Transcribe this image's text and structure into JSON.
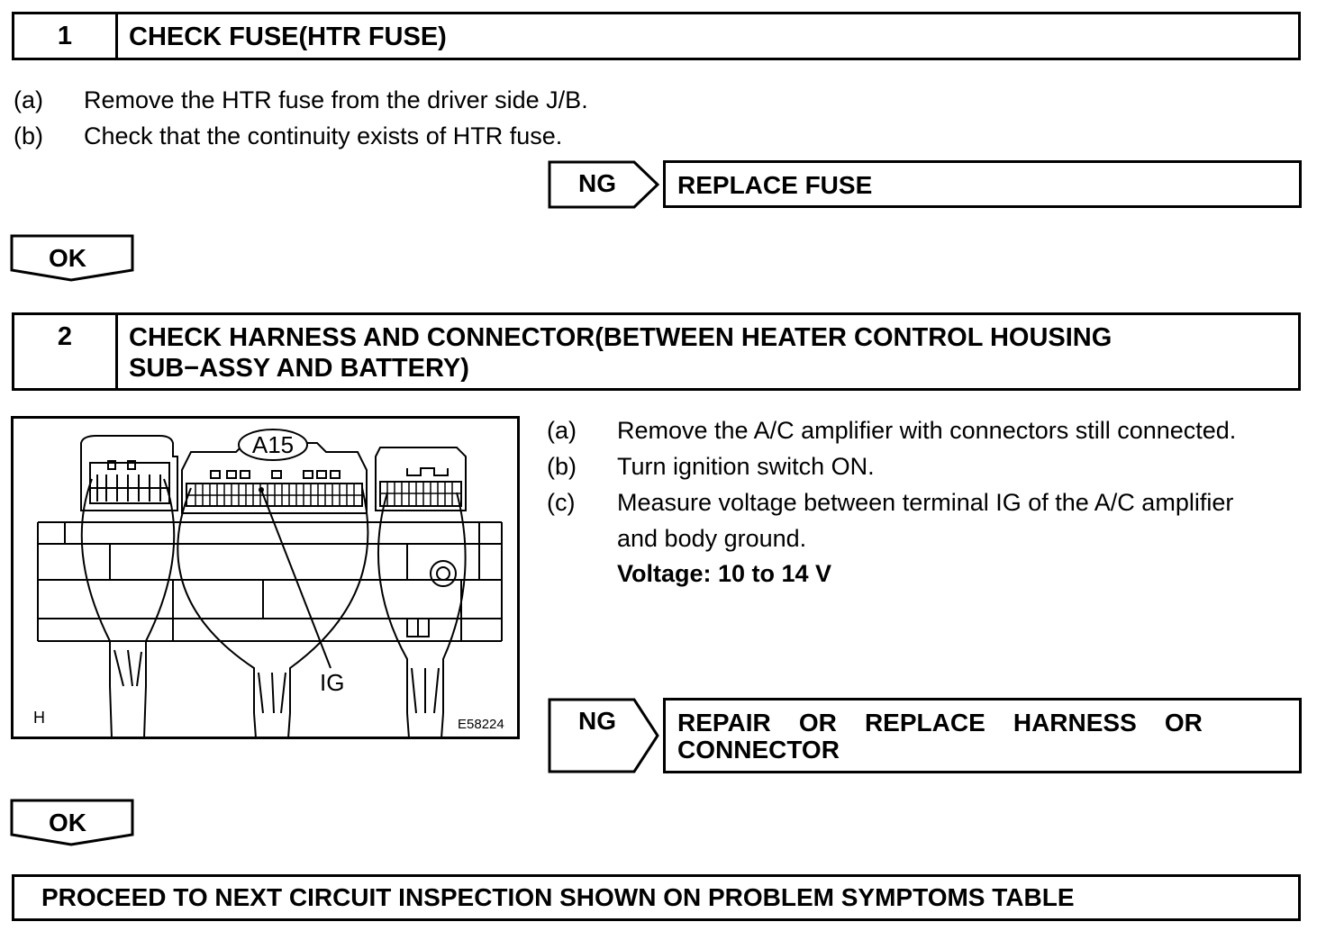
{
  "step1": {
    "number": "1",
    "title": "CHECK FUSE(HTR FUSE)",
    "items": [
      {
        "label": "(a)",
        "text": "Remove the HTR fuse from the driver side J/B."
      },
      {
        "label": "(b)",
        "text": "Check that the continuity exists of HTR fuse."
      }
    ],
    "ng_label": "NG",
    "ng_action": "REPLACE FUSE",
    "ok_label": "OK"
  },
  "step2": {
    "number": "2",
    "title_line1": "CHECK HARNESS AND CONNECTOR(BETWEEN HEATER CONTROL HOUSING",
    "title_line2": "SUB−ASSY AND BATTERY)",
    "items": [
      {
        "label": "(a)",
        "text": "Remove the A/C amplifier with connectors still connected."
      },
      {
        "label": "(b)",
        "text": "Turn ignition switch ON."
      },
      {
        "label": "(c)",
        "text": "Measure voltage between terminal IG of the A/C amplifier"
      },
      {
        "label": "",
        "text": "and body ground."
      }
    ],
    "spec": "Voltage: 10 to 14 V",
    "diagram": {
      "connector_label": "A15",
      "terminal_label": "IG",
      "corner_label": "H",
      "figure_id": "E58224"
    },
    "ng_label": "NG",
    "ng_action_line1": "REPAIR    OR    REPLACE    HARNESS    OR",
    "ng_action_line2": "CONNECTOR",
    "ok_label": "OK"
  },
  "final_action": "PROCEED TO NEXT CIRCUIT INSPECTION SHOWN ON PROBLEM SYMPTOMS TABLE"
}
